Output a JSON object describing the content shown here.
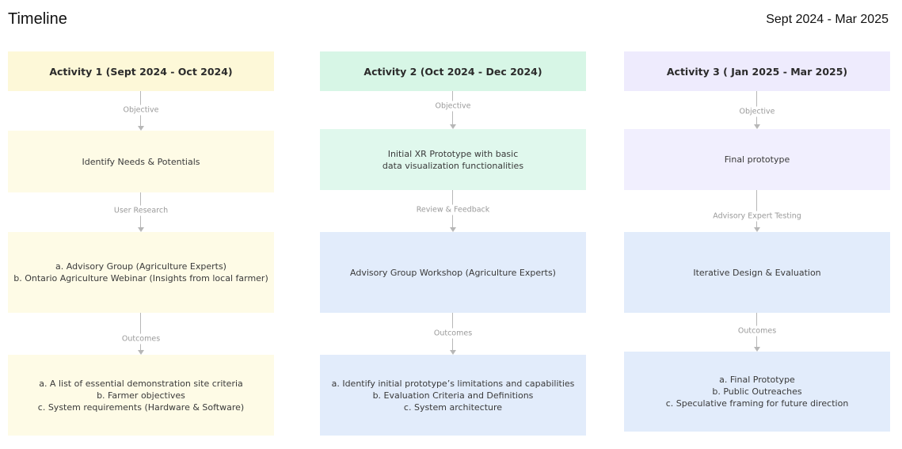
{
  "title": "Timeline",
  "date_range": "Sept 2024 - Mar 2025",
  "columns": [
    {
      "header": "Activity 1 (Sept 2024 - Oct 2024)",
      "objective_label": "Objective",
      "objective": [
        "Identify Needs & Potentials"
      ],
      "method_label": "User Research",
      "method": [
        "a. Advisory Group (Agriculture Experts)",
        "b. Ontario Agriculture Webinar (Insights from local farmer)"
      ],
      "outcomes_label": "Outcomes",
      "outcomes": [
        "a. A list of essential demonstration site criteria",
        "b. Farmer objectives",
        "c. System requirements (Hardware & Software)"
      ]
    },
    {
      "header": "Activity 2 (Oct 2024 - Dec 2024)",
      "objective_label": "Objective",
      "objective": [
        "Initial XR Prototype with basic",
        "data visualization functionalities"
      ],
      "method_label": "Review & Feedback",
      "method": [
        "Advisory Group Workshop (Agriculture Experts)"
      ],
      "outcomes_label": "Outcomes",
      "outcomes": [
        "a. Identify initial prototype’s limitations and capabilities",
        "b. Evaluation Criteria and Definitions",
        "c. System architecture"
      ]
    },
    {
      "header": "Activity 3 ( Jan 2025 - Mar 2025)",
      "objective_label": "Objective",
      "objective": [
        "Final prototype"
      ],
      "method_label": "Advisory Expert Testing",
      "method": [
        "Iterative Design & Evaluation"
      ],
      "outcomes_label": "Outcomes",
      "outcomes": [
        "a. Final Prototype",
        "b. Public Outreaches",
        "c. Speculative framing for future direction"
      ]
    }
  ]
}
